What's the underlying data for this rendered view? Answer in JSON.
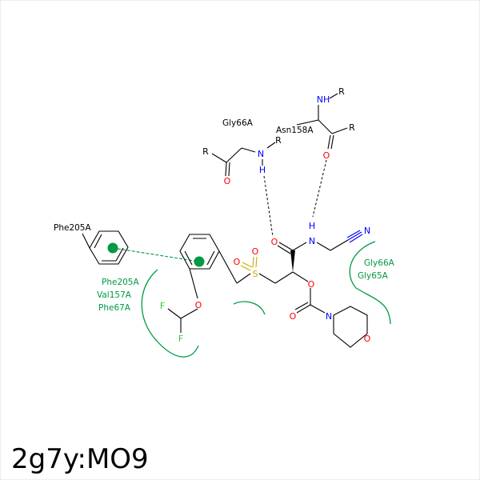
{
  "caption": "2g7y:MO9",
  "colors": {
    "bond": "#000000",
    "oxygen": "#ff0000",
    "nitrogen": "#0000ff",
    "sulfur": "#ccaa00",
    "fluorine": "#33cc33",
    "hydrophobic": "#009944",
    "residue_hydrophobic": "#009944",
    "residue_other": "#000000"
  },
  "icons": {
    "pi_stacking": "filled-circle-icon",
    "hydrophobic_contact": "arc-icon",
    "hbond": "dashed-line-icon"
  },
  "atoms": {
    "nh_top": "NH",
    "r_top_nh": "R",
    "r_top_right": "R",
    "o_top": "O",
    "n_gly": "N",
    "h_gly": "H",
    "r_gly_n": "R",
    "r_gly_c": "R",
    "o_gly": "O",
    "h_amide": "H",
    "n_amide": "N",
    "n_nitrile": "N",
    "o_amide": "O",
    "o_sulfonyl_top": "O",
    "o_sulfonyl_left": "O",
    "s_sulfonyl": "S",
    "o_ester": "O",
    "o_carbonyl": "O",
    "n_morpholine": "N",
    "o_morpholine": "O",
    "o_ether": "O",
    "f_left": "F",
    "f_bottom": "F"
  },
  "residues": {
    "gly66_top": "Gly66A",
    "asn158": "Asn158A",
    "phe205_top": "Phe205A",
    "phe205_contact": "Phe205A",
    "val157": "Val157A",
    "phe67": "Phe67A",
    "gly66_right": "Gly66A",
    "gly65": "Gly65A"
  }
}
